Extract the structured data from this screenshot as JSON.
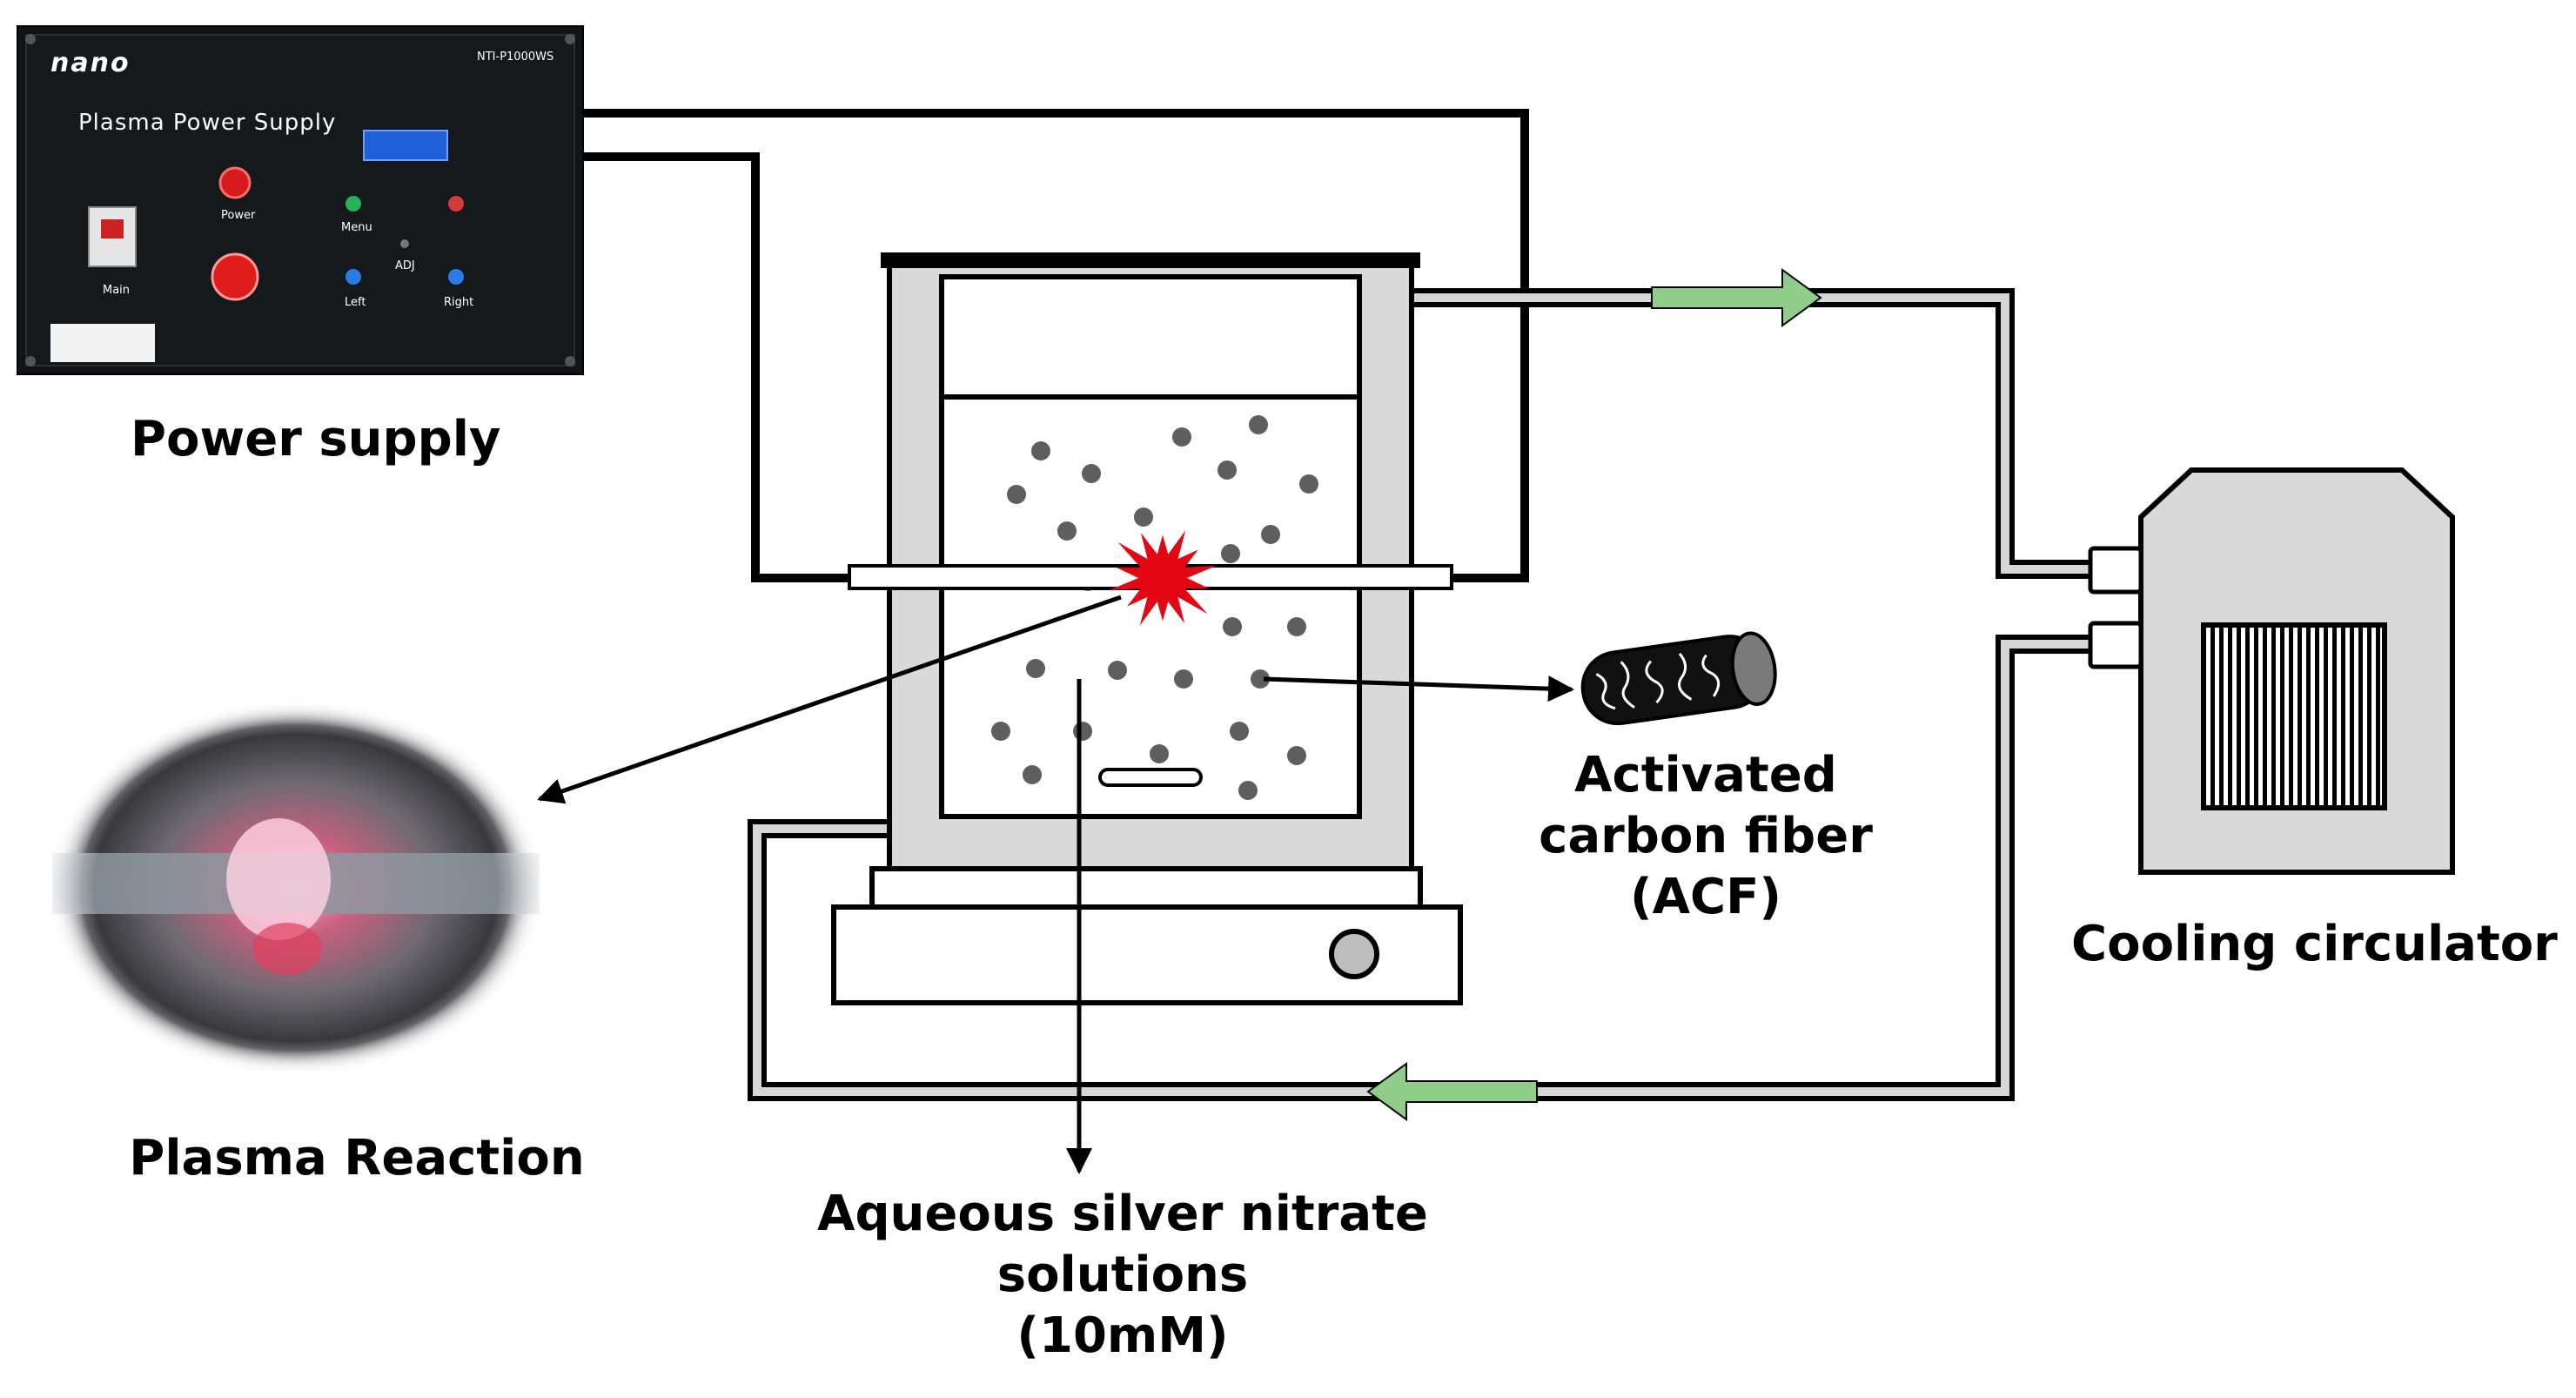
{
  "power_supply": {
    "brand": "nano",
    "model": "NTI-P1000WS",
    "panel_title": "Plasma Power Supply",
    "buttons": [
      "Power",
      "Menu",
      "ADJ",
      "Left",
      "Right",
      "Main"
    ],
    "caption": "Power supply"
  },
  "plasma_reaction": {
    "caption": "Plasma Reaction"
  },
  "acf": {
    "line1": "Activated",
    "line2": "carbon fiber",
    "line3": "(ACF)"
  },
  "cooling": {
    "caption": "Cooling circulator"
  },
  "solution": {
    "line1": "Aqueous silver nitrate",
    "line2": "solutions",
    "line3": "(10mM)"
  },
  "colors": {
    "flow_arrow": "#90cc8a",
    "spark": "#e30613",
    "panel": "#101416",
    "vessel_wall": "#d9d9d9",
    "particle": "#5e5e5e"
  }
}
